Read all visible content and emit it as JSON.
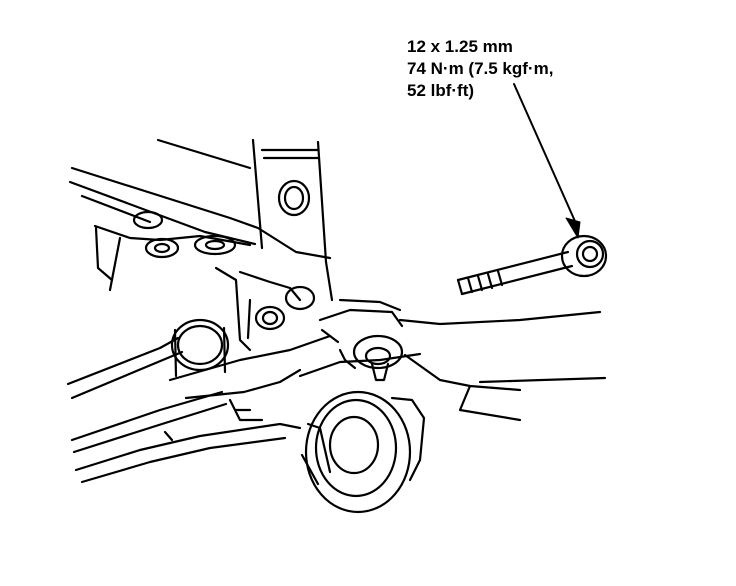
{
  "callout": {
    "line1": "12 x 1.25 mm",
    "line2": "74 N·m (7.5 kgf·m,",
    "line3": "52 lbf·ft)"
  },
  "colors": {
    "ink": "#000000",
    "paper": "#ffffff"
  }
}
